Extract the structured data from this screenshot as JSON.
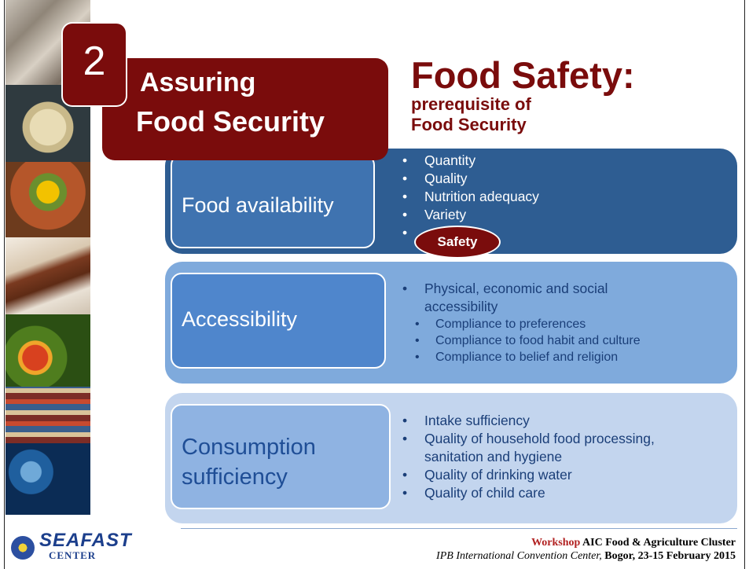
{
  "section": {
    "number": "2",
    "line1": "Assuring",
    "line2": "Food Security"
  },
  "heading": {
    "title": "Food Safety:",
    "sub1": "prerequisite of",
    "sub2": "Food Security"
  },
  "rows": [
    {
      "label": "Food availability",
      "bullets": [
        "Quantity",
        "Quality",
        "Nutrition adequacy",
        "Variety",
        ""
      ]
    },
    {
      "label": "Accessibility",
      "bullets": [
        "Physical, economic and social",
        "accessibility"
      ],
      "sub": [
        "Compliance to preferences",
        "Compliance to food habit and culture",
        "Compliance to belief and religion"
      ]
    },
    {
      "label_line1": "Consumption",
      "label_line2": "sufficiency",
      "bullets": [
        "Intake sufficiency",
        "Quality of household food processing,",
        "sanitation and hygiene",
        "Quality of drinking water",
        "Quality of child care"
      ]
    }
  ],
  "badge": "Safety",
  "footer": {
    "logo": "SEAFAST",
    "logo_sub": "CENTER",
    "line1_highlight": "Workshop",
    "line1_rest": "AIC Food & Agriculture Cluster",
    "line2_italic": "IPB International Convention Center,",
    "line2_bold": "Bogor, 23-15 February 2015"
  },
  "colors": {
    "maroon": "#7a0c0c",
    "dark_blue": "#2e5d92",
    "mid_blue": "#7faadc",
    "light_blue": "#c3d5ee"
  }
}
